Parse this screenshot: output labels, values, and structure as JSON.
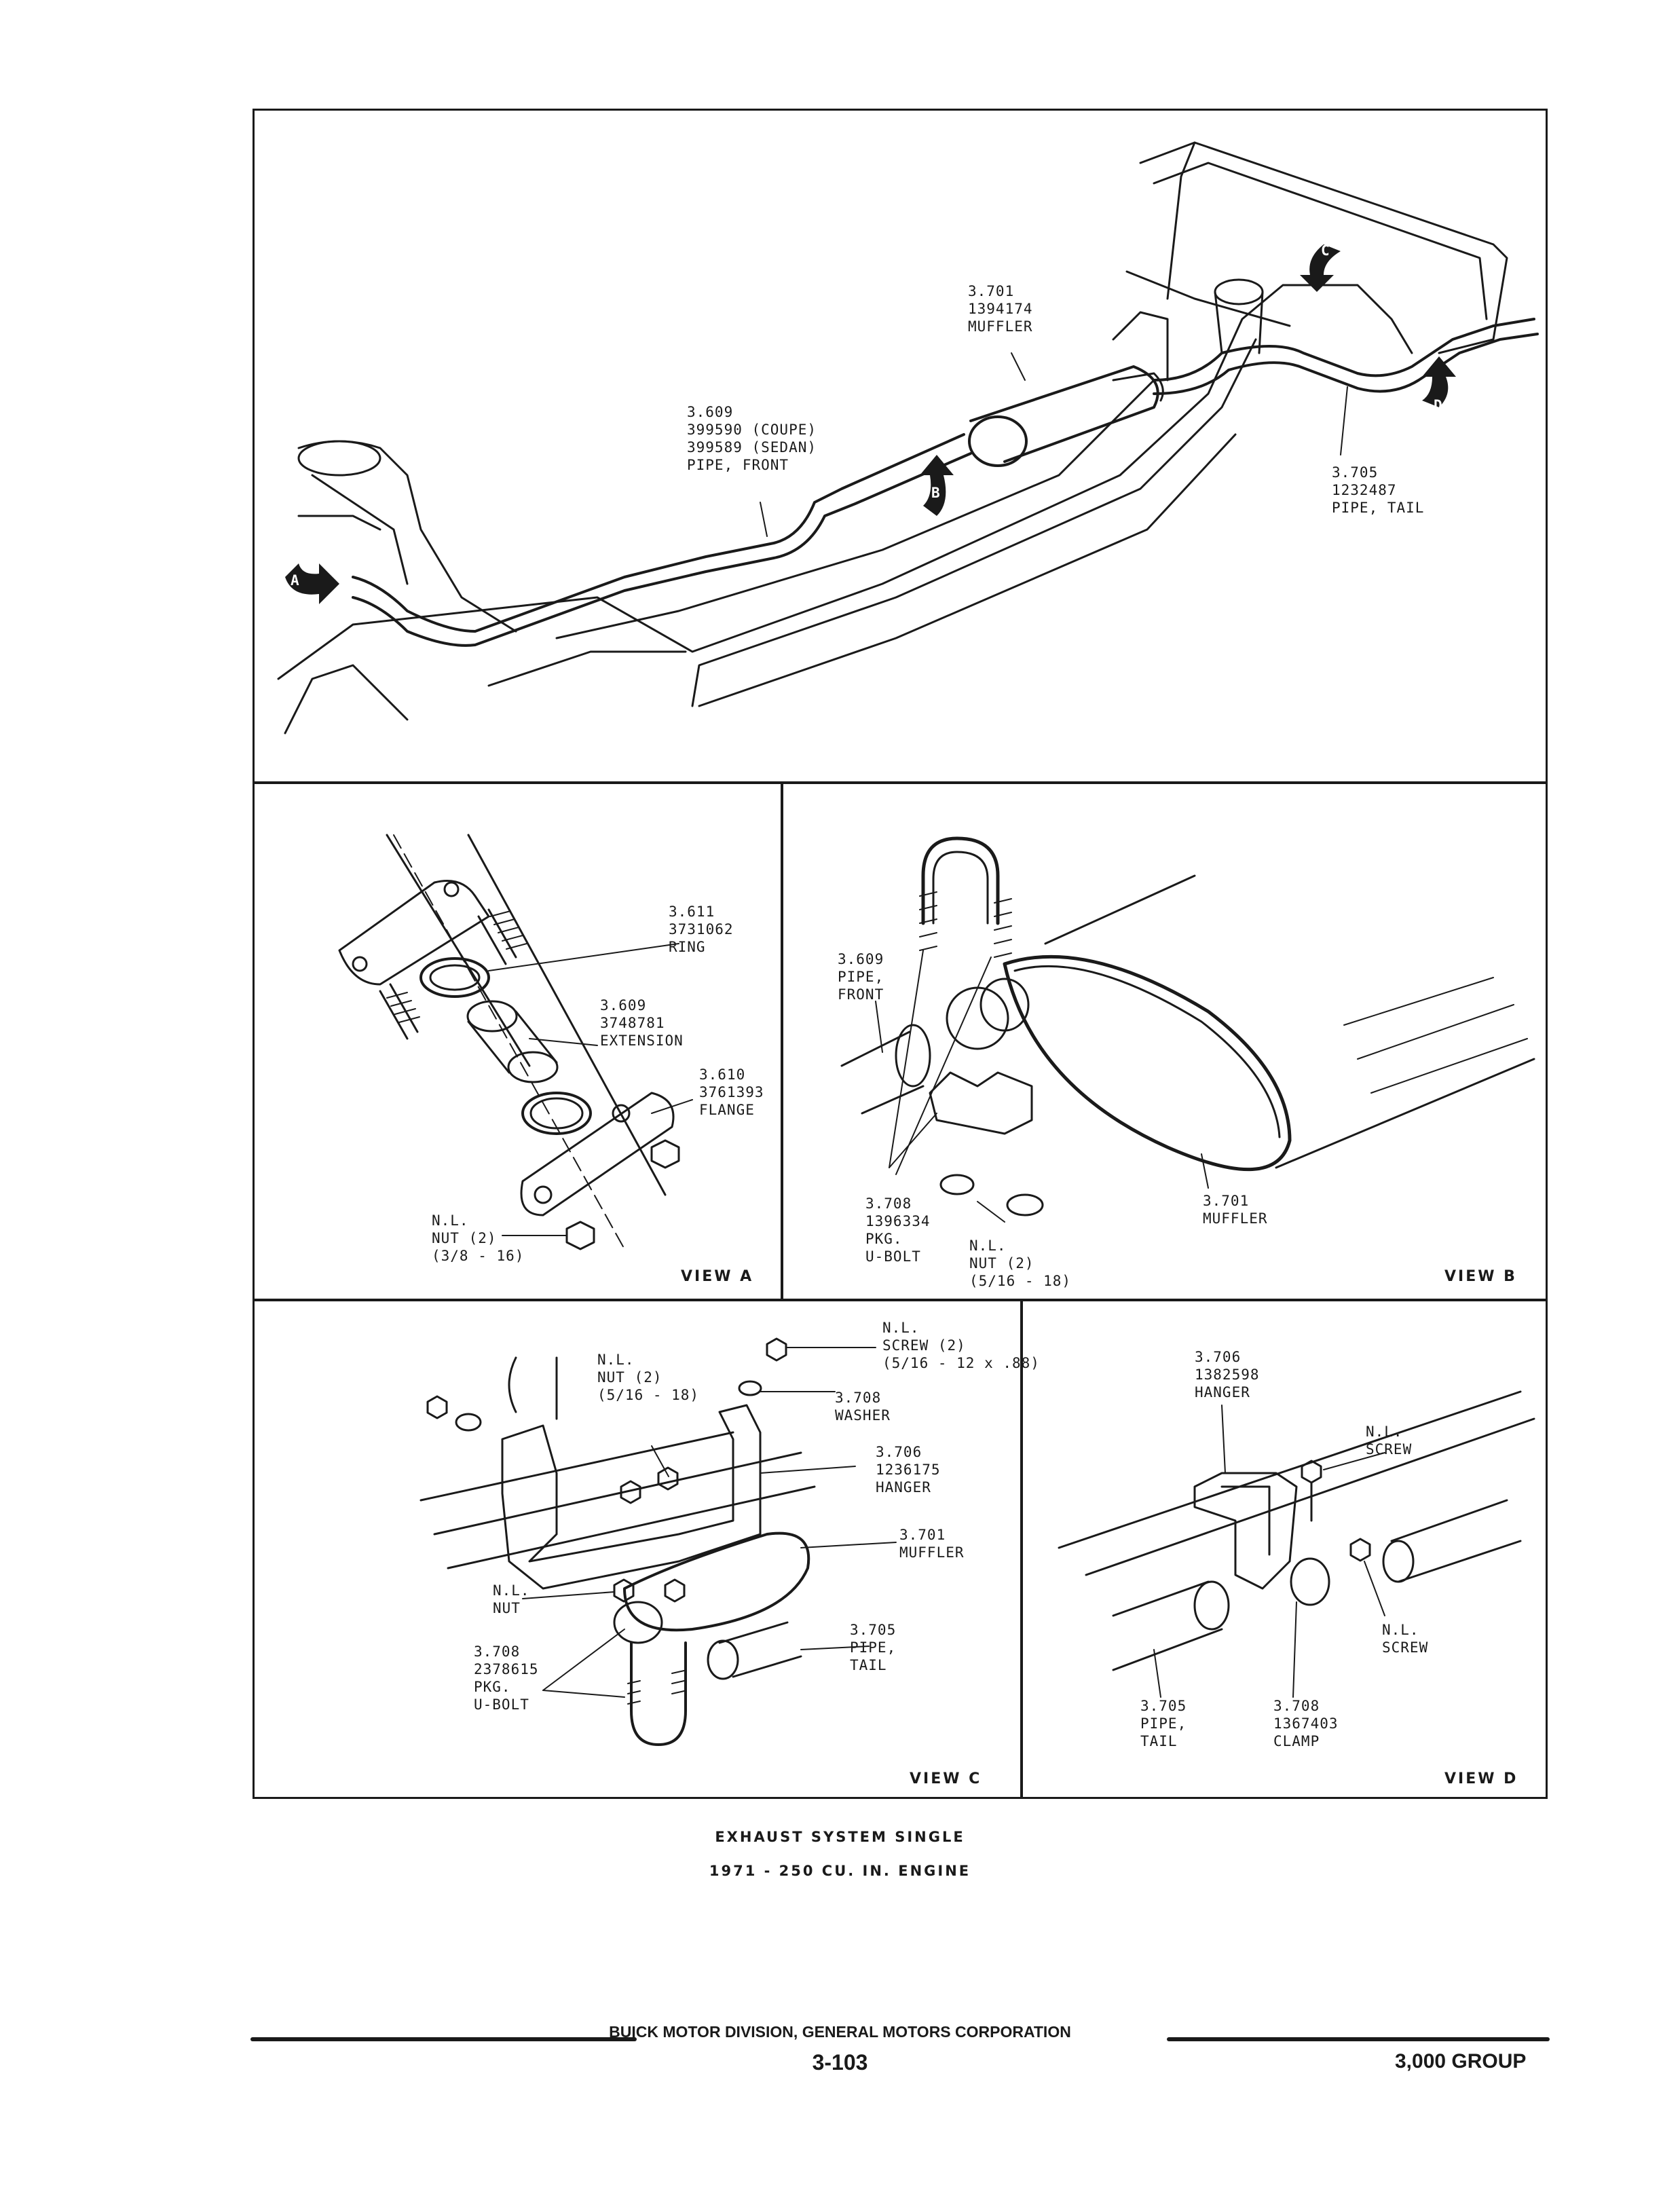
{
  "main_view": {
    "muffler": {
      "num": "3.701",
      "part": "1394174",
      "name": "MUFFLER"
    },
    "pipe_front": {
      "num": "3.609",
      "coupe": "399590 (COUPE)",
      "sedan": "399589 (SEDAN)",
      "name": "PIPE, FRONT"
    },
    "pipe_tail": {
      "num": "3.705",
      "part": "1232487",
      "name": "PIPE, TAIL"
    },
    "callouts": [
      "A",
      "B",
      "C",
      "D"
    ]
  },
  "view_a": {
    "title": "VIEW A",
    "ring": {
      "num": "3.611",
      "part": "3731062",
      "name": "RING"
    },
    "extension": {
      "num": "3.609",
      "part": "3748781",
      "name": "EXTENSION"
    },
    "flange": {
      "num": "3.610",
      "part": "3761393",
      "name": "FLANGE"
    },
    "nut": {
      "num": "N.L.",
      "name": "NUT (2)",
      "size": "(3/8 - 16)"
    }
  },
  "view_b": {
    "title": "VIEW B",
    "pipe_front": {
      "num": "3.609",
      "l1": "PIPE,",
      "l2": "FRONT"
    },
    "ubolt": {
      "num": "3.708",
      "part": "1396334",
      "l1": "PKG.",
      "l2": "U-BOLT"
    },
    "nut": {
      "num": "N.L.",
      "name": "NUT (2)",
      "size": "(5/16 - 18)"
    },
    "muffler": {
      "num": "3.701",
      "name": "MUFFLER"
    }
  },
  "view_c": {
    "title": "VIEW C",
    "screw": {
      "num": "N.L.",
      "name": "SCREW (2)",
      "size": "(5/16 - 12 x .88)"
    },
    "nut2": {
      "num": "N.L.",
      "name": "NUT (2)",
      "size": "(5/16 - 18)"
    },
    "washer": {
      "num": "3.708",
      "name": "WASHER"
    },
    "hanger": {
      "num": "3.706",
      "part": "1236175",
      "name": "HANGER"
    },
    "muffler": {
      "num": "3.701",
      "name": "MUFFLER"
    },
    "nut": {
      "num": "N.L.",
      "name": "NUT"
    },
    "pipe_tail": {
      "num": "3.705",
      "l1": "PIPE,",
      "l2": "TAIL"
    },
    "ubolt": {
      "num": "3.708",
      "part": "2378615",
      "l1": "PKG.",
      "l2": "U-BOLT"
    }
  },
  "view_d": {
    "title": "VIEW D",
    "hanger": {
      "num": "3.706",
      "part": "1382598",
      "name": "HANGER"
    },
    "screw_top": {
      "num": "N.L.",
      "name": "SCREW"
    },
    "screw_right": {
      "num": "N.L.",
      "name": "SCREW"
    },
    "pipe_tail": {
      "num": "3.705",
      "l1": "PIPE,",
      "l2": "TAIL"
    },
    "clamp": {
      "num": "3.708",
      "part": "1367403",
      "name": "CLAMP"
    }
  },
  "caption": {
    "line1": "EXHAUST SYSTEM SINGLE",
    "line2": "1971 - 250 CU. IN. ENGINE"
  },
  "footer": {
    "division": "BUICK MOTOR DIVISION, GENERAL MOTORS CORPORATION",
    "page": "3-103",
    "group": "3,000 GROUP"
  }
}
